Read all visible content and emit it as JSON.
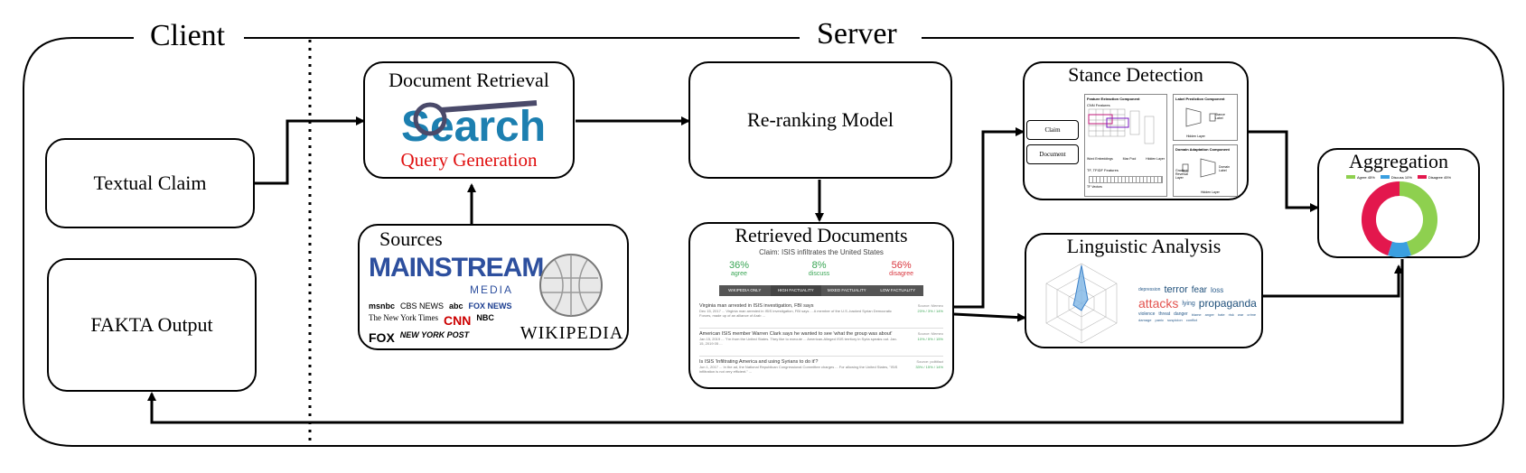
{
  "sections": {
    "client": "Client",
    "server": "Server"
  },
  "boxes": {
    "textual_claim": "Textual Claim",
    "fakta_output": "FAKTA Output",
    "document_retrieval": "Document Retrieval",
    "search_logo": "Search",
    "query_generation": "Query Generation",
    "sources": "Sources",
    "reranking": "Re-ranking Model",
    "retrieved_documents": "Retrieved Documents",
    "stance_detection": "Stance Detection",
    "linguistic_analysis": "Linguistic Analysis",
    "aggregation": "Aggregation"
  },
  "sources_logos": {
    "mainstream": "MAINSTREAM",
    "media": "MEDIA",
    "wikipedia": "WIKIPEDIA",
    "outlets": [
      "msnbc",
      "CBS NEWS",
      "abc",
      "FOX NEWS",
      "The New York Times",
      "CNN",
      "NBC",
      "FOX",
      "NEW YORK POST"
    ]
  },
  "retrieved": {
    "claim": "Claim: ISIS infiltrates the United States",
    "stats": [
      {
        "value": "36%",
        "label": "agree",
        "color": "#3aa655"
      },
      {
        "value": "8%",
        "label": "discuss",
        "color": "#3aa655"
      },
      {
        "value": "56%",
        "label": "disagree",
        "color": "#d9363e"
      }
    ],
    "filters": [
      "WIKIPEDIA ONLY",
      "HIGH FACTUALITY",
      "MIXED FACTUALITY",
      "LOW FACTUALITY"
    ],
    "articles": [
      {
        "title": "Virginia man arrested in ISIS investigation, FBI says",
        "snippet": "Dec 15, 2017 ... Virginia man arrested in ISIS investigation, FBI says ... A member of the U.S.-backed Syrian Democratic Forces, made up of an alliance of Arab ...",
        "source": "Source: Memeo",
        "score": "23% / 3% / 14%"
      },
      {
        "title": "American ISIS member Warren Clark says he wanted to see 'what the group was about'",
        "snippet": "Jan 15, 2019 ... \"I'm from the United States. They like to execute ... American-Alleged ISIS territory in Syria speaks out. Jan. 15, 2019 05 ...",
        "source": "Source: Memeo",
        "score": "10% / 5% / 15%"
      },
      {
        "title": "Is ISIS 'Infiltrating America and using Syrians to do it'?",
        "snippet": "Jun 1, 2017 ... In the ad, the National Republican Congressional Committee charges ... For allowing the United States, \"ISIS infiltration is not very efficient.\" ...",
        "source": "Source: politifact",
        "score": "33% / 15% / 14%"
      }
    ]
  },
  "stance": {
    "claim": "Claim",
    "document": "Document",
    "fe": "Feature Extraction Component",
    "cnn": "CNN Features",
    "word_embeddings": "Word Embeddings",
    "max_pool": "Max Pool",
    "hidden_layer": "Hidden Layer",
    "tfidf": "TF, TFIDF Features",
    "tfidf_vector": "TF Vectors",
    "label_pred": "Label Prediction Component",
    "stance_label": "Stance Label",
    "hidden_layer2": "Hidden Layer",
    "domain_adapt": "Domain Adaptation Component",
    "gradient": "Gradient Reversal Layer",
    "domain_label": "Domain Label",
    "hidden_layer3": "Hidden Layer"
  },
  "linguistic": {
    "words": [
      "depression",
      "terror",
      "fear",
      "loss",
      "attacks",
      "lying",
      "propaganda",
      "violence",
      "threat",
      "danger",
      "blame",
      "anger",
      "hate",
      "risk",
      "war",
      "crime",
      "damage",
      "panic",
      "suspicion",
      "conflict"
    ]
  },
  "aggregation": {
    "legend": [
      "Agree 45%",
      "Discuss 10%",
      "Disagree 45%"
    ],
    "slices": [
      {
        "label": "Agree",
        "value": 45,
        "color": "#8ed04f"
      },
      {
        "label": "Discuss",
        "value": 10,
        "color": "#3a9fe0"
      },
      {
        "label": "Disagree",
        "value": 45,
        "color": "#e3174d"
      }
    ]
  }
}
